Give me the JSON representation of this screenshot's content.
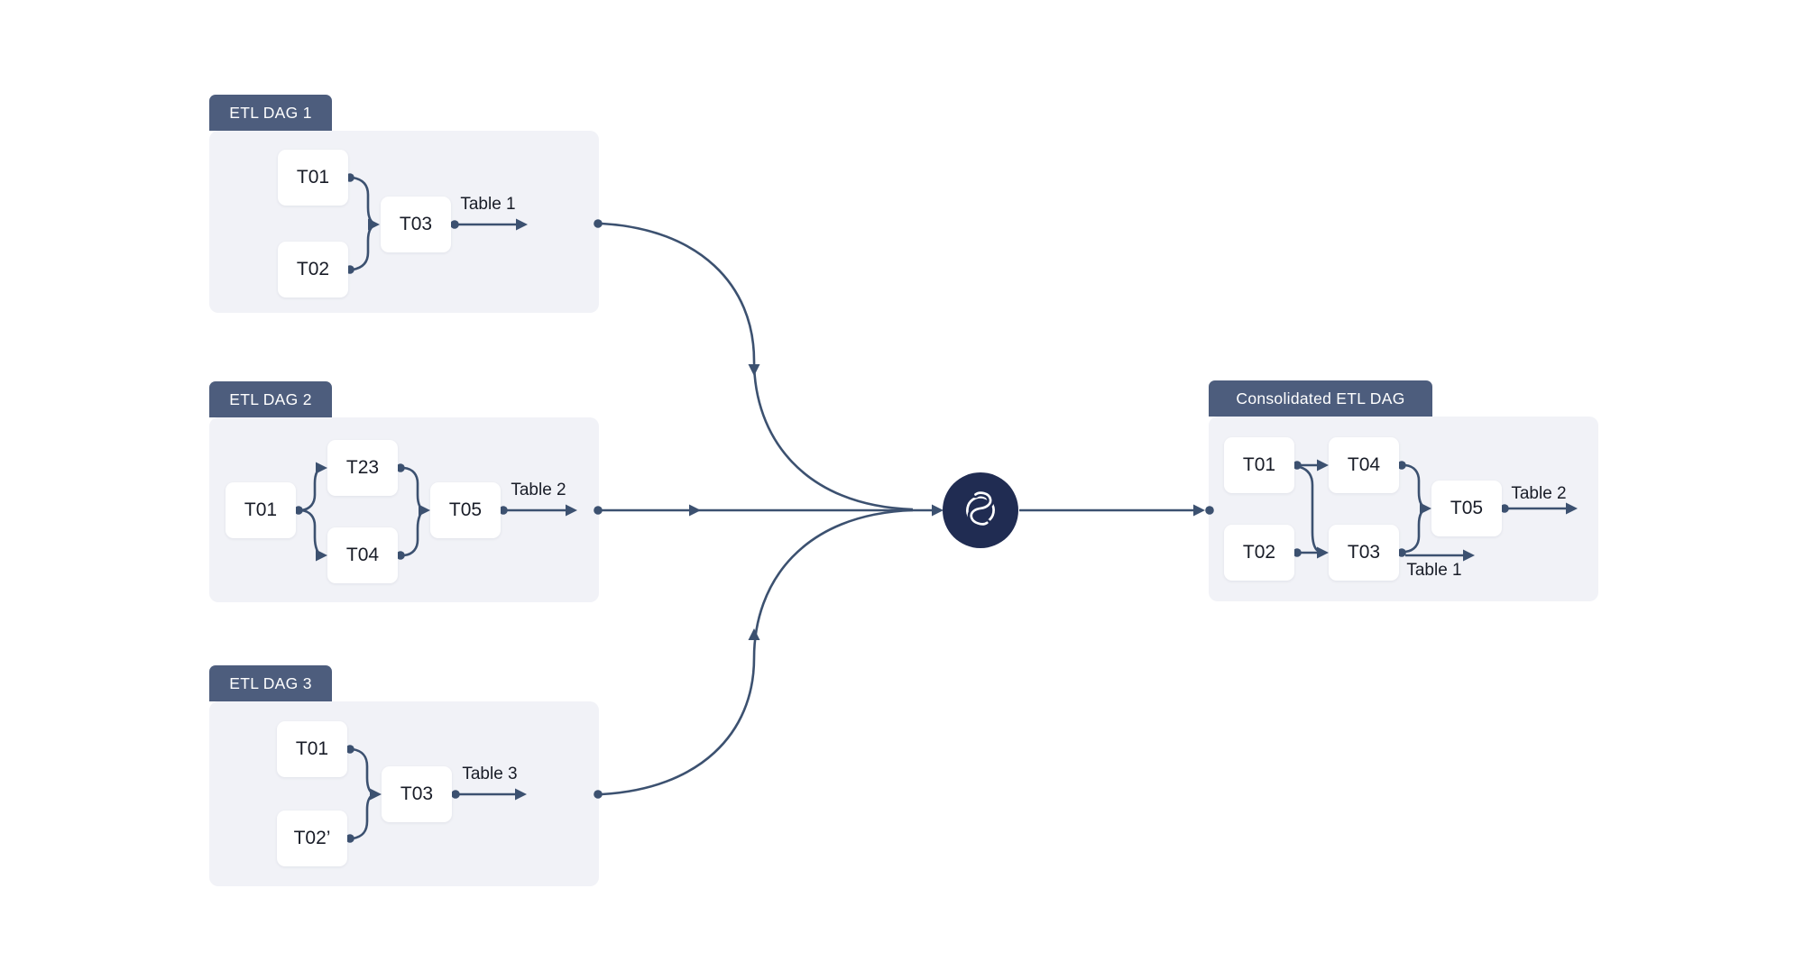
{
  "diagram": {
    "panels": {
      "dag1": {
        "title": "ETL DAG 1",
        "nodes": {
          "t01": "T01",
          "t02": "T02",
          "t03": "T03"
        },
        "output": "Table 1"
      },
      "dag2": {
        "title": "ETL DAG 2",
        "nodes": {
          "t01": "T01",
          "t23": "T23",
          "t04": "T04",
          "t05": "T05"
        },
        "output": "Table 2"
      },
      "dag3": {
        "title": "ETL DAG 3",
        "nodes": {
          "t01": "T01",
          "t02p": "T02’",
          "t03": "T03"
        },
        "output": "Table 3"
      },
      "consolidated": {
        "title": "Consolidated ETL DAG",
        "nodes": {
          "t01": "T01",
          "t02": "T02",
          "t04": "T04",
          "t03": "T03",
          "t05": "T05"
        },
        "outputs": {
          "table2": "Table 2",
          "table1": "Table 1"
        }
      }
    },
    "hub": {
      "icon": "secoda-logo-icon"
    },
    "colors": {
      "badge_bg": "#4d5d7d",
      "badge_text": "#ffffff",
      "panel_bg": "#f1f2f7",
      "connector": "#3c5170",
      "hub_bg": "#202c52",
      "node_bg": "#ffffff",
      "node_text": "#181c27",
      "canvas_bg": "#ffffff"
    }
  }
}
